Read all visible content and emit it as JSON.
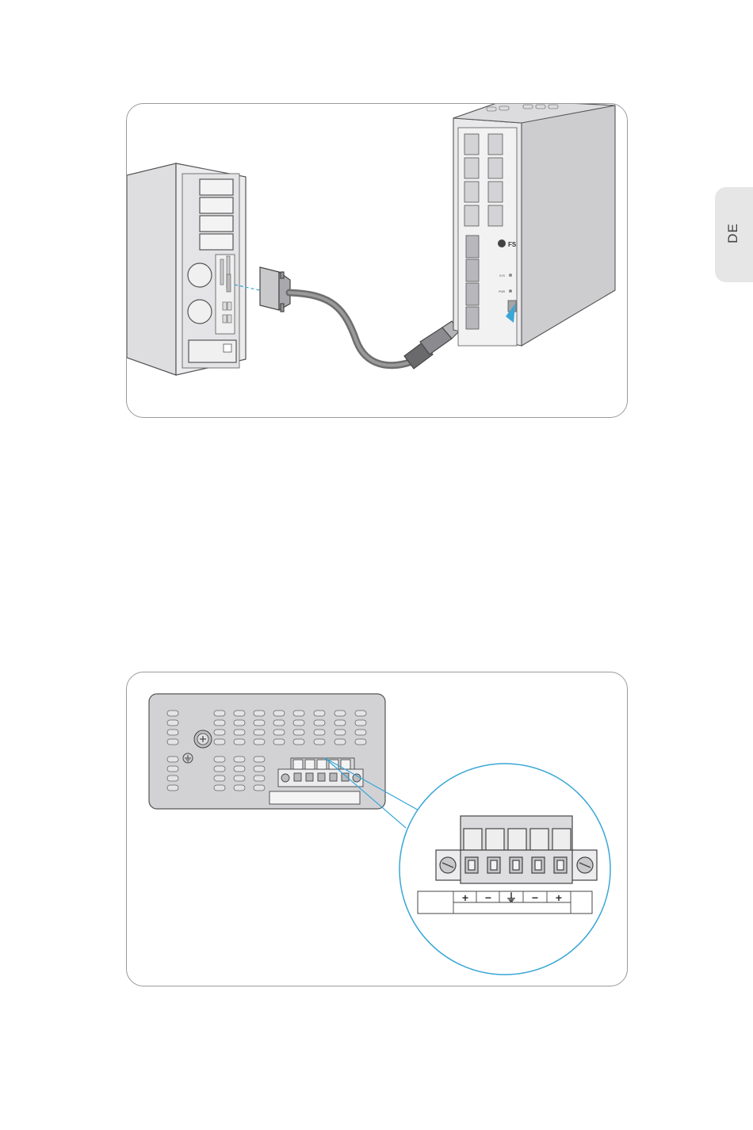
{
  "side_tab": {
    "language": "DE"
  },
  "switch": {
    "brand": "FS",
    "led_labels": [
      "SYS",
      "PWR"
    ]
  },
  "terminal_block": {
    "labels": [
      "+",
      "−",
      "⏚",
      "−",
      "+"
    ]
  },
  "colors": {
    "line": "#555555",
    "device_fill": "#e9e9eb",
    "device_dark": "#b9b9bc",
    "cable": "#7b7b7b",
    "callout": "#39a6d6",
    "side_tab": "#e6e6e6"
  }
}
